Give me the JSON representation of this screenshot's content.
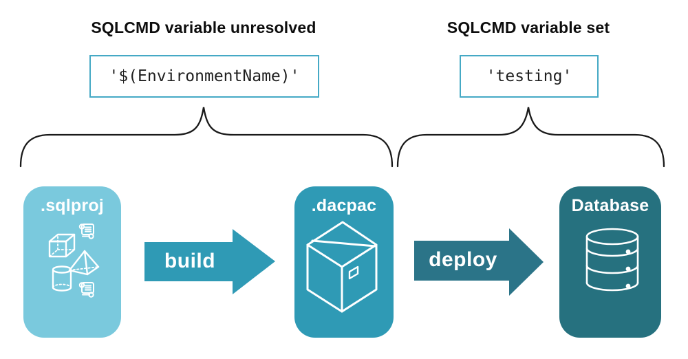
{
  "annotations": {
    "unresolved": {
      "title": "SQLCMD variable unresolved",
      "code": "'$(EnvironmentName)'"
    },
    "set": {
      "title": "SQLCMD variable set",
      "code": "'testing'"
    }
  },
  "pipeline": {
    "nodes": [
      {
        "id": "sqlproj",
        "label": ".sqlproj",
        "color": "#7AC9DD",
        "icon": "sql-objects-icon"
      },
      {
        "id": "dacpac",
        "label": ".dacpac",
        "color": "#2F9AB5",
        "icon": "package-icon"
      },
      {
        "id": "database",
        "label": "Database",
        "color": "#26717F",
        "icon": "database-icon"
      }
    ],
    "arrows": [
      {
        "id": "build",
        "label": "build",
        "color": "#2F9AB5"
      },
      {
        "id": "deploy",
        "label": "deploy",
        "color": "#2B7488"
      }
    ]
  },
  "colors": {
    "code_box_border": "#45A9C5",
    "brace_stroke": "#1a1a1a",
    "icon_stroke": "#ffffff",
    "heading_text": "#0d0d0d",
    "background": "#ffffff"
  }
}
